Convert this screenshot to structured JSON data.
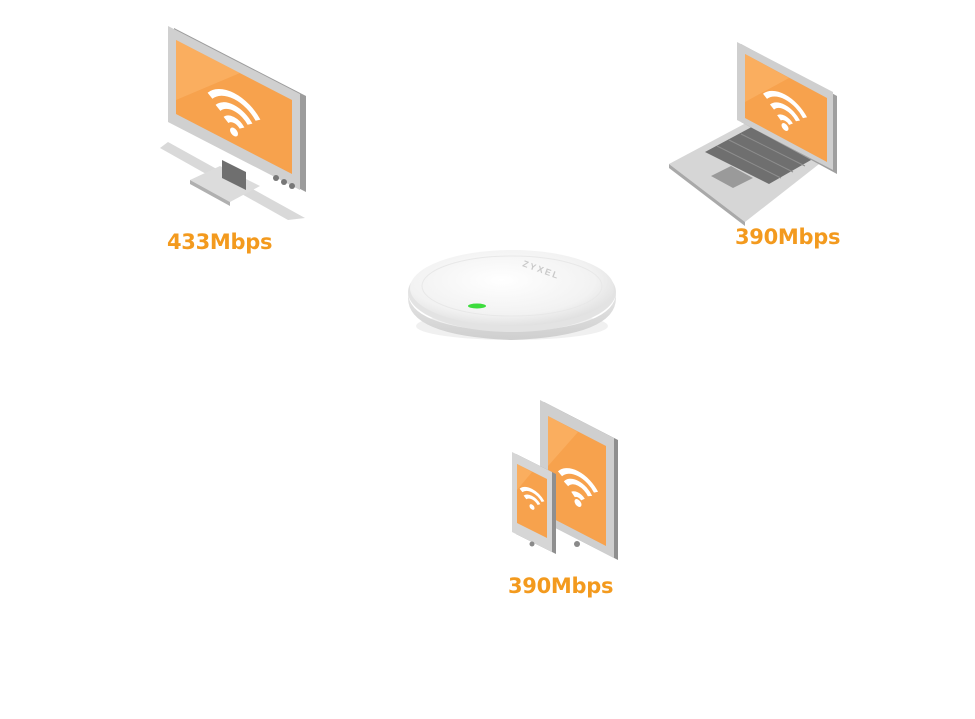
{
  "access_point": {
    "brand": "ZYXEL",
    "icon": "access-point-icon",
    "led_color": "#3ddc3d"
  },
  "clients": [
    {
      "device": "desktop-monitor",
      "icon": "desktop-monitor-icon",
      "speed": "433Mbps"
    },
    {
      "device": "laptop",
      "icon": "laptop-icon",
      "speed": "390Mbps"
    },
    {
      "device": "phone-and-tablet",
      "icon": "mobile-devices-icon",
      "speed": "390Mbps"
    }
  ],
  "colors": {
    "accent": "#f39a1e",
    "screen": "#f7a24d",
    "screen_light": "#fac48c",
    "device_gray": "#bdbdbd",
    "device_dark": "#8a8a8a"
  }
}
